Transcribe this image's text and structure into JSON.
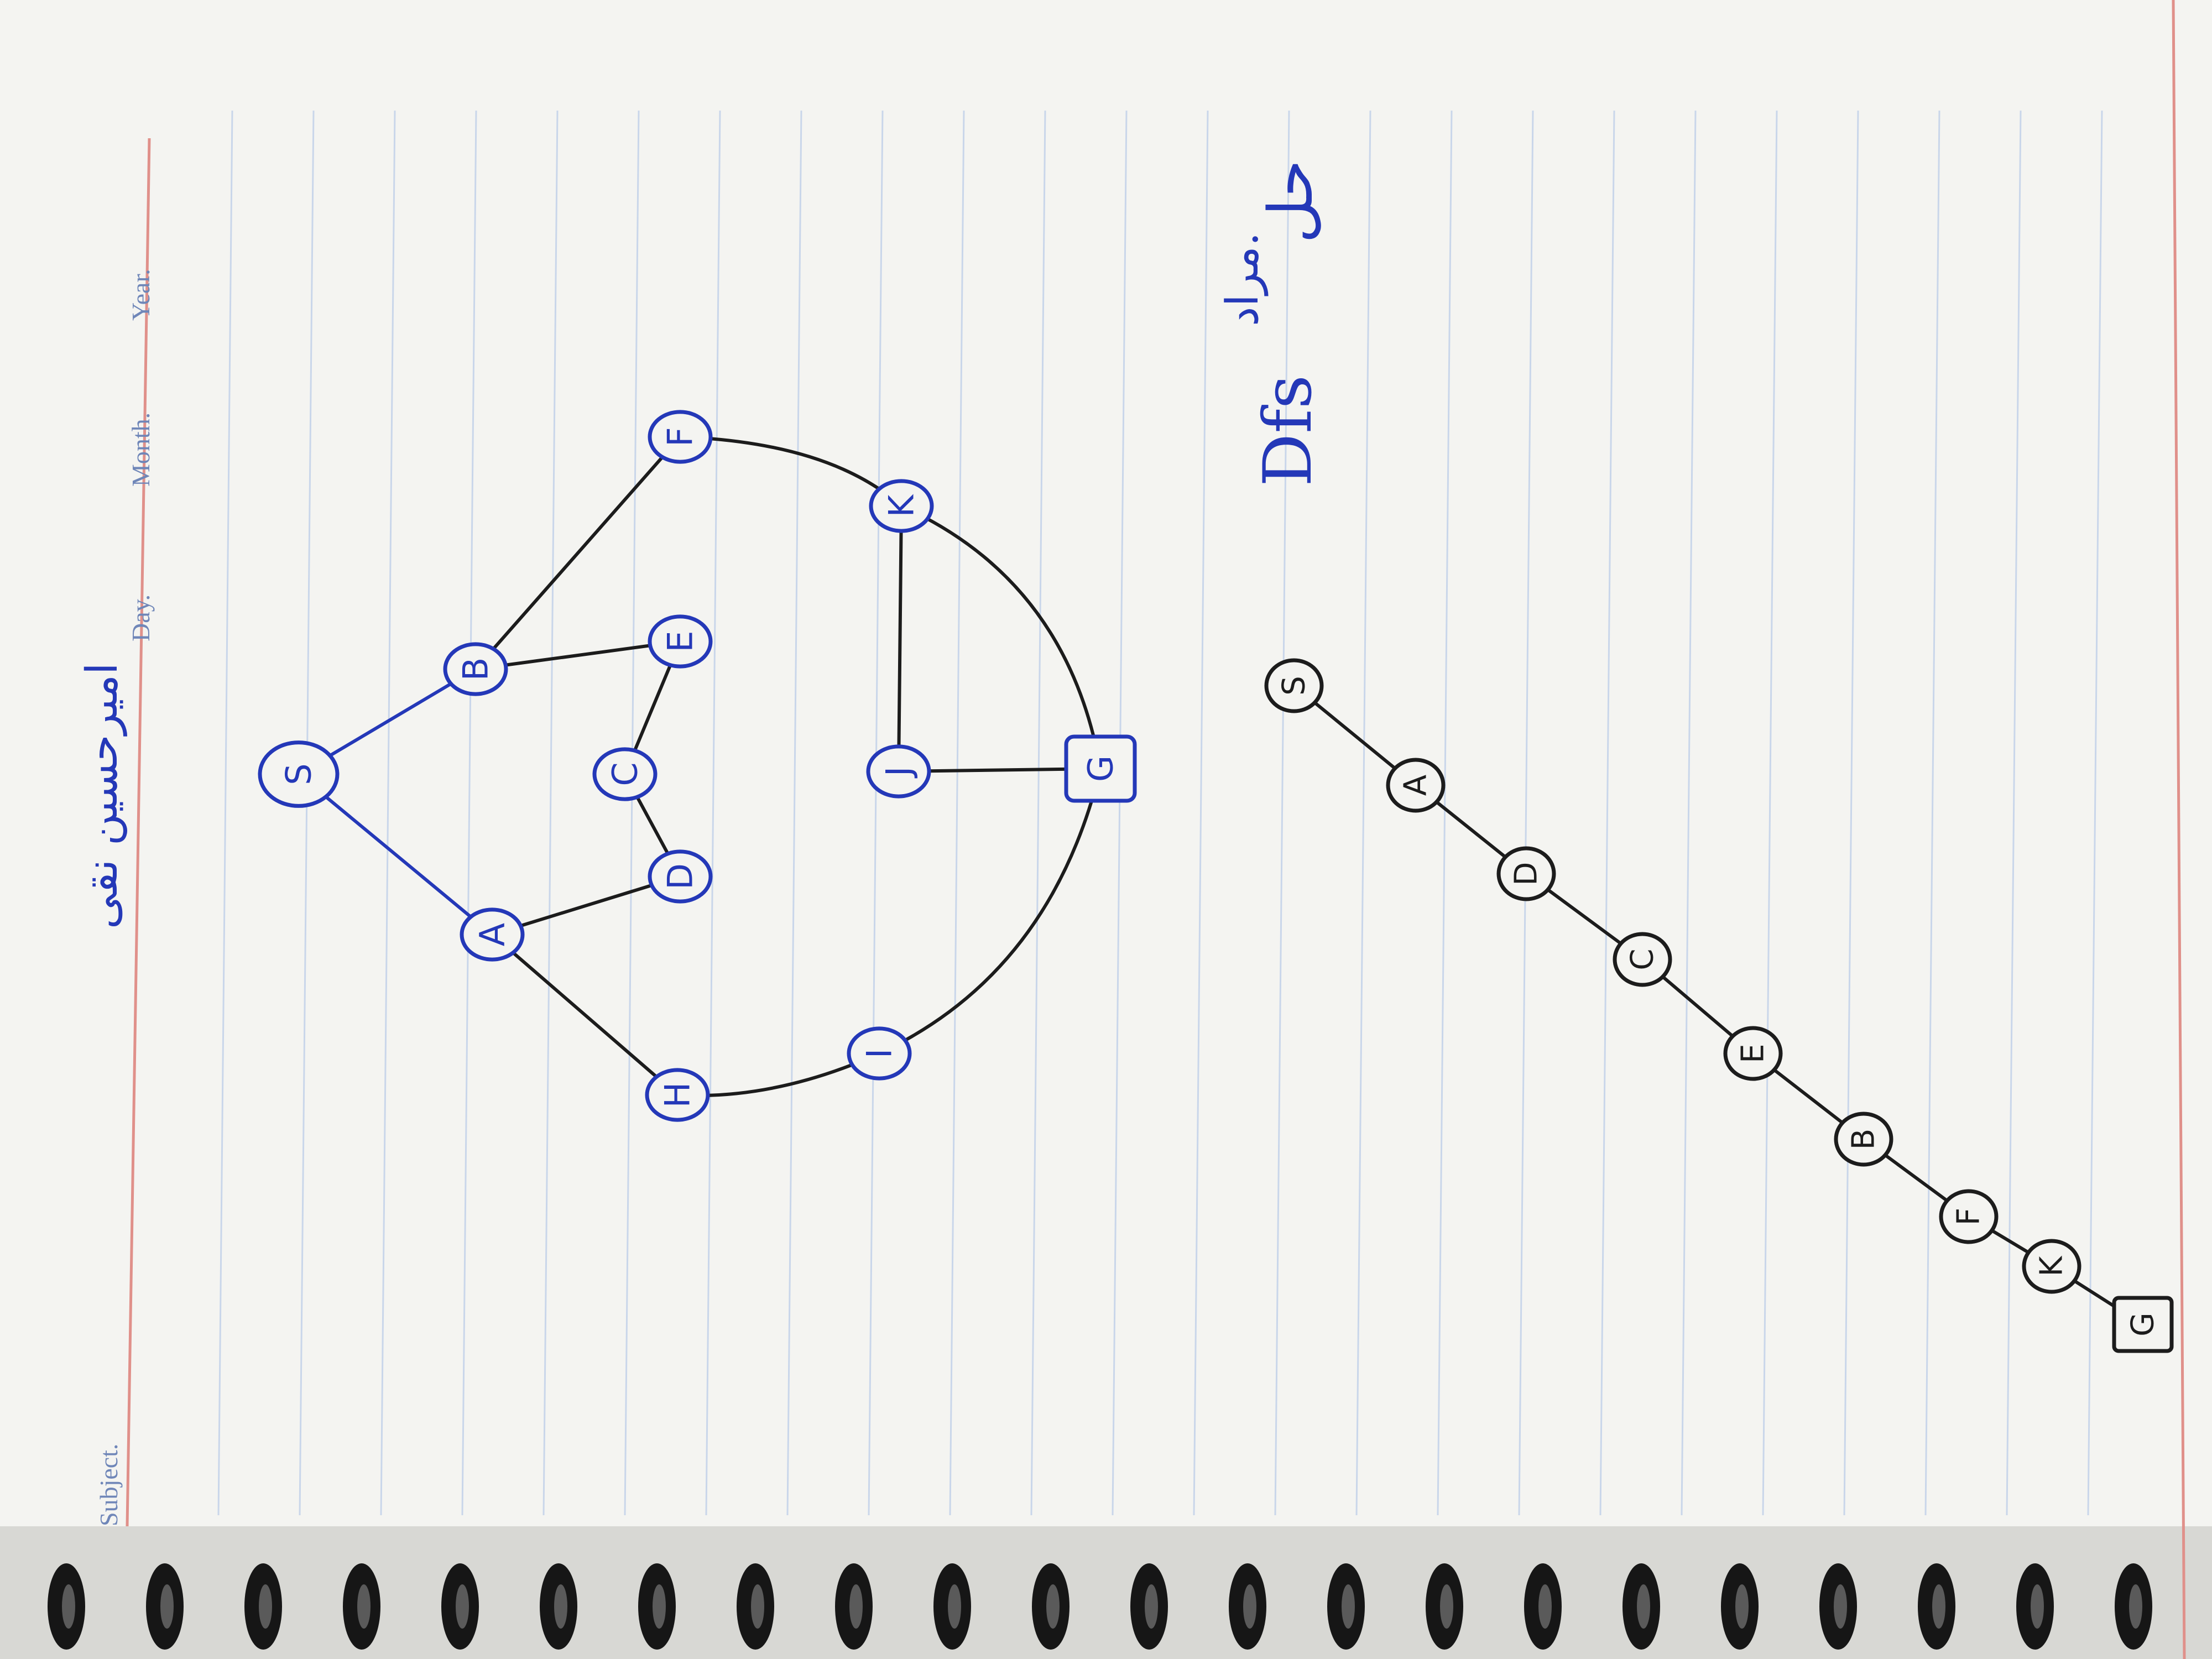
{
  "header": {
    "subject_label": "Subject.",
    "day_label": "Day.",
    "month_label": "Month.",
    "year_label": "Year.",
    "handwritten_title": "امیرحسین نقی",
    "handwritten_top_right": "مراد."
  },
  "diagram": {
    "label": "Dfs",
    "label_right": "حل",
    "graph": {
      "nodes": [
        {
          "id": "S",
          "label": "S",
          "shape": "circle"
        },
        {
          "id": "A",
          "label": "A",
          "shape": "circle"
        },
        {
          "id": "B",
          "label": "B",
          "shape": "circle"
        },
        {
          "id": "H",
          "label": "H",
          "shape": "circle"
        },
        {
          "id": "D",
          "label": "D",
          "shape": "circle"
        },
        {
          "id": "C",
          "label": "C",
          "shape": "circle"
        },
        {
          "id": "E",
          "label": "E",
          "shape": "circle"
        },
        {
          "id": "F",
          "label": "F",
          "shape": "circle"
        },
        {
          "id": "I",
          "label": "I",
          "shape": "circle"
        },
        {
          "id": "J",
          "label": "J",
          "shape": "circle"
        },
        {
          "id": "K",
          "label": "K",
          "shape": "circle"
        },
        {
          "id": "G",
          "label": "G",
          "shape": "square"
        }
      ],
      "edges": [
        [
          "S",
          "A"
        ],
        [
          "S",
          "B"
        ],
        [
          "A",
          "H"
        ],
        [
          "A",
          "D"
        ],
        [
          "D",
          "C"
        ],
        [
          "C",
          "E"
        ],
        [
          "B",
          "E"
        ],
        [
          "B",
          "F"
        ],
        [
          "H",
          "I"
        ],
        [
          "I",
          "G"
        ],
        [
          "F",
          "K"
        ],
        [
          "K",
          "J"
        ],
        [
          "K",
          "G"
        ],
        [
          "J",
          "G"
        ]
      ]
    },
    "dfs_path": {
      "nodes": [
        {
          "label": "S",
          "shape": "circle"
        },
        {
          "label": "A",
          "shape": "circle"
        },
        {
          "label": "D",
          "shape": "circle"
        },
        {
          "label": "C",
          "shape": "circle"
        },
        {
          "label": "E",
          "shape": "circle"
        },
        {
          "label": "B",
          "shape": "circle"
        },
        {
          "label": "F",
          "shape": "circle"
        },
        {
          "label": "K",
          "shape": "circle"
        },
        {
          "label": "G",
          "shape": "square"
        }
      ]
    }
  },
  "colors": {
    "ink_blue": "#2438b8",
    "ink_black": "#1c1c1c",
    "paper": "#f4f4f1",
    "rule_line": "#c9d6ea",
    "margin_red": "#e0908a",
    "spiral": "#161616"
  }
}
